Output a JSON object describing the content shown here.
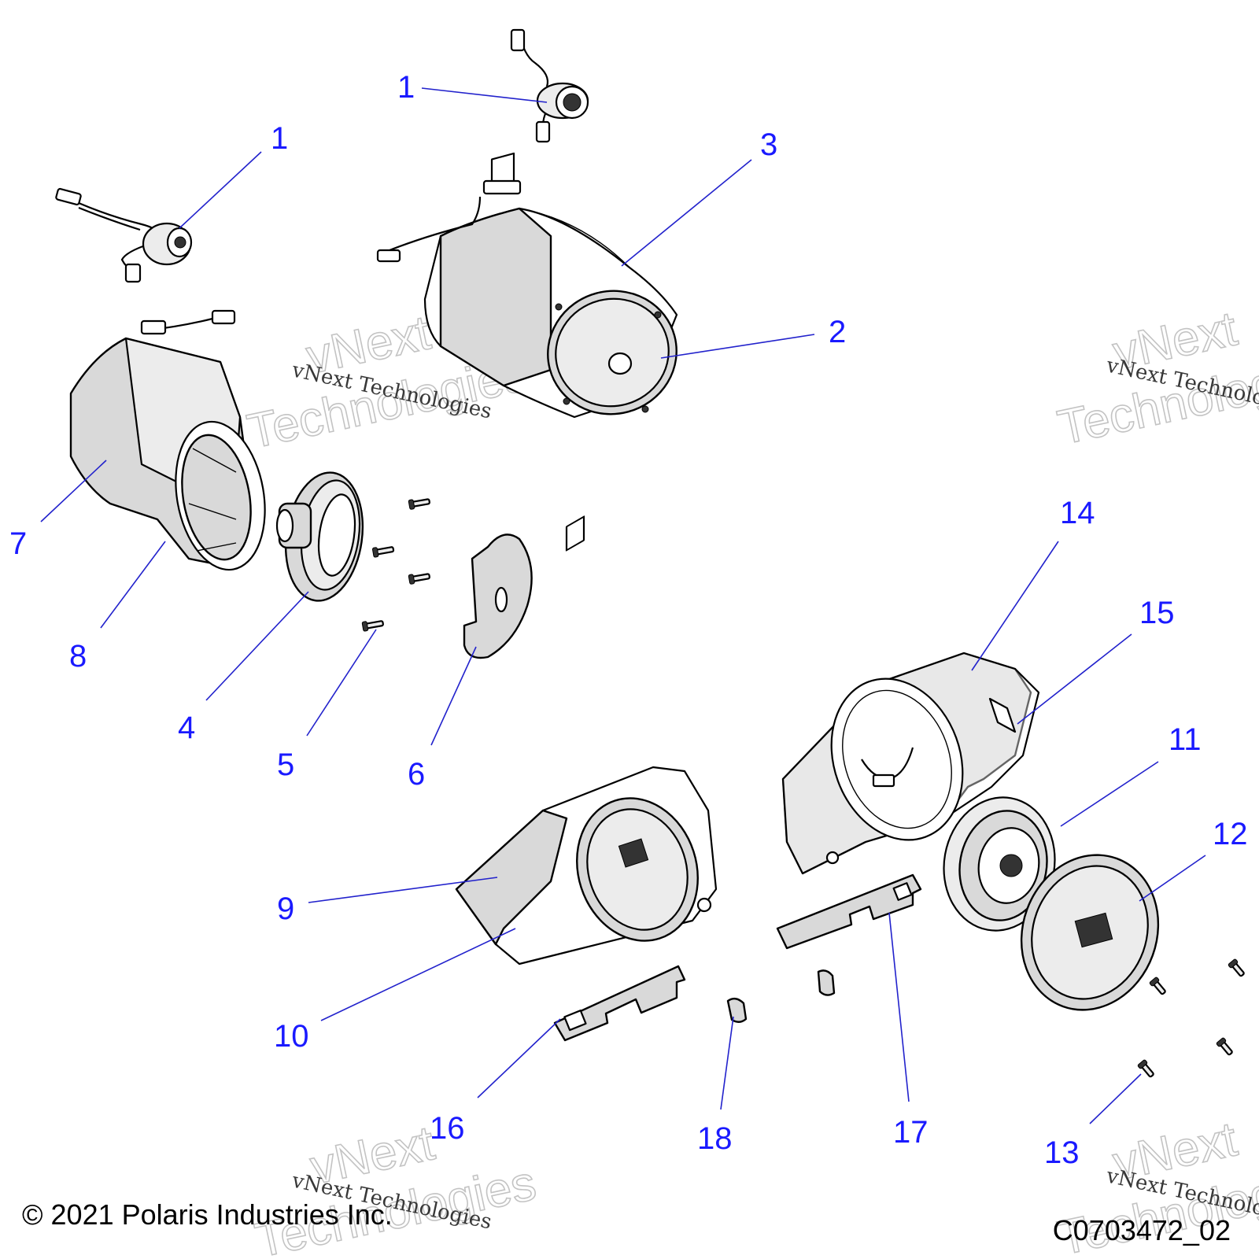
{
  "callouts": [
    {
      "id": "c1a",
      "label": "1"
    },
    {
      "id": "c1b",
      "label": "1"
    },
    {
      "id": "c2",
      "label": "2"
    },
    {
      "id": "c3",
      "label": "3"
    },
    {
      "id": "c4",
      "label": "4"
    },
    {
      "id": "c5",
      "label": "5"
    },
    {
      "id": "c6",
      "label": "6"
    },
    {
      "id": "c7",
      "label": "7"
    },
    {
      "id": "c8",
      "label": "8"
    },
    {
      "id": "c9",
      "label": "9"
    },
    {
      "id": "c10",
      "label": "10"
    },
    {
      "id": "c11",
      "label": "11"
    },
    {
      "id": "c12",
      "label": "12"
    },
    {
      "id": "c13",
      "label": "13"
    },
    {
      "id": "c14",
      "label": "14"
    },
    {
      "id": "c15",
      "label": "15"
    },
    {
      "id": "c16",
      "label": "16"
    },
    {
      "id": "c17",
      "label": "17"
    },
    {
      "id": "c18",
      "label": "18"
    }
  ],
  "watermark": {
    "caption": "vNext Technologies",
    "big_line1": "vNext",
    "big_line2": "Technologies"
  },
  "footer": {
    "copyright": "© 2021 Polaris Industries Inc.",
    "drawing_number": "C0703472_02"
  },
  "colors": {
    "callout": "#1a1aff",
    "leader": "#2222cc",
    "part_fill": "#d9d9d9"
  }
}
